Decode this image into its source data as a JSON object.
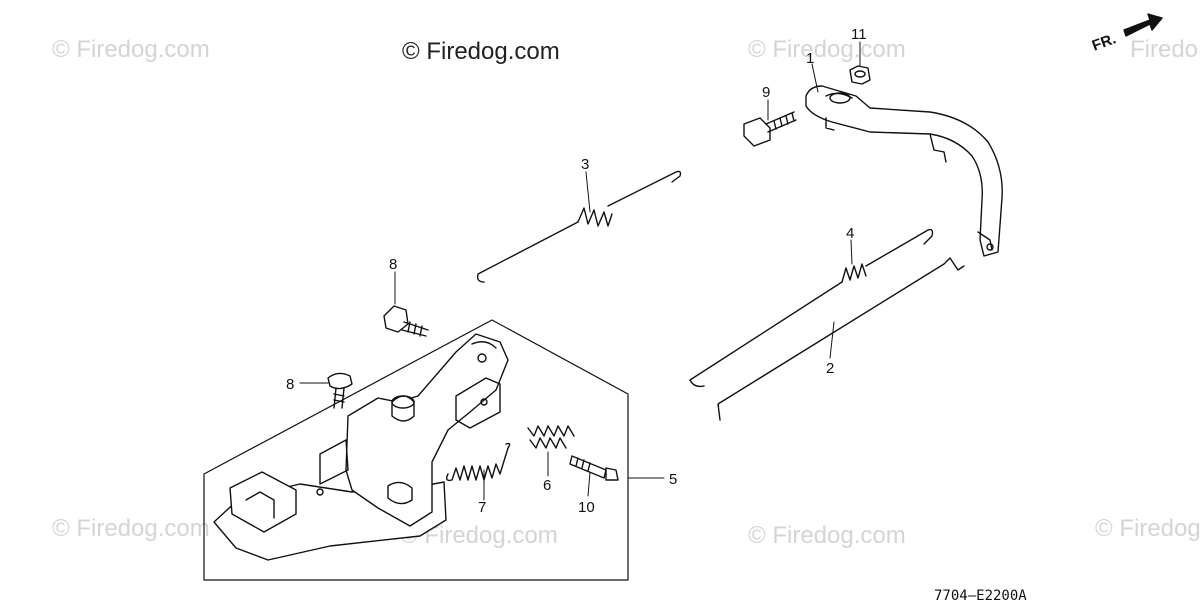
{
  "watermarks": {
    "main": "© Firedog.com",
    "repeat": "© Firedog.com",
    "corner": "Firedo"
  },
  "direction_label": "FR.",
  "diagram_code": "7704—E2200A",
  "callouts": {
    "c1": "1",
    "c2": "2",
    "c3": "3",
    "c4": "4",
    "c5": "5",
    "c6": "6",
    "c7": "7",
    "c8a": "8",
    "c8b": "8",
    "c9": "9",
    "c10": "10",
    "c11": "11"
  }
}
